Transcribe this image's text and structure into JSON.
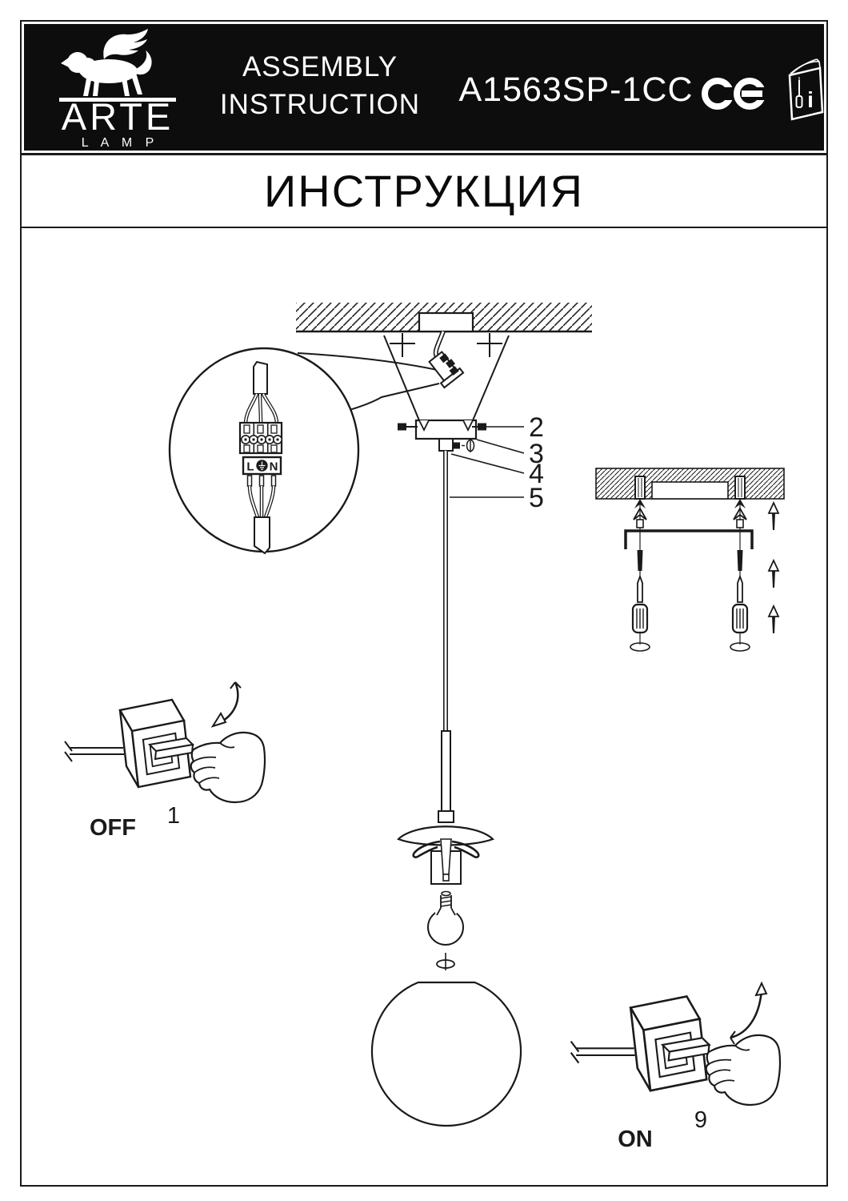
{
  "header": {
    "brand": {
      "name": "ARTE",
      "subtitle": "L A M P"
    },
    "doc_title": {
      "line1": "ASSEMBLY",
      "line2": "INSTRUCTION"
    },
    "model": "A1563SP-1CC",
    "ce_mark": "CE",
    "manual_icon_label": "i"
  },
  "title_bar": {
    "title": "ИНСТРУКЦИЯ"
  },
  "diagram": {
    "callouts": {
      "part2": "2",
      "part3": "3",
      "part4": "4",
      "part5": "5"
    },
    "terminal_block": {
      "live": "L",
      "neutral": "N"
    },
    "off_switch": {
      "label": "OFF",
      "step": "1"
    },
    "on_switch": {
      "label": "ON",
      "step": "9"
    }
  }
}
